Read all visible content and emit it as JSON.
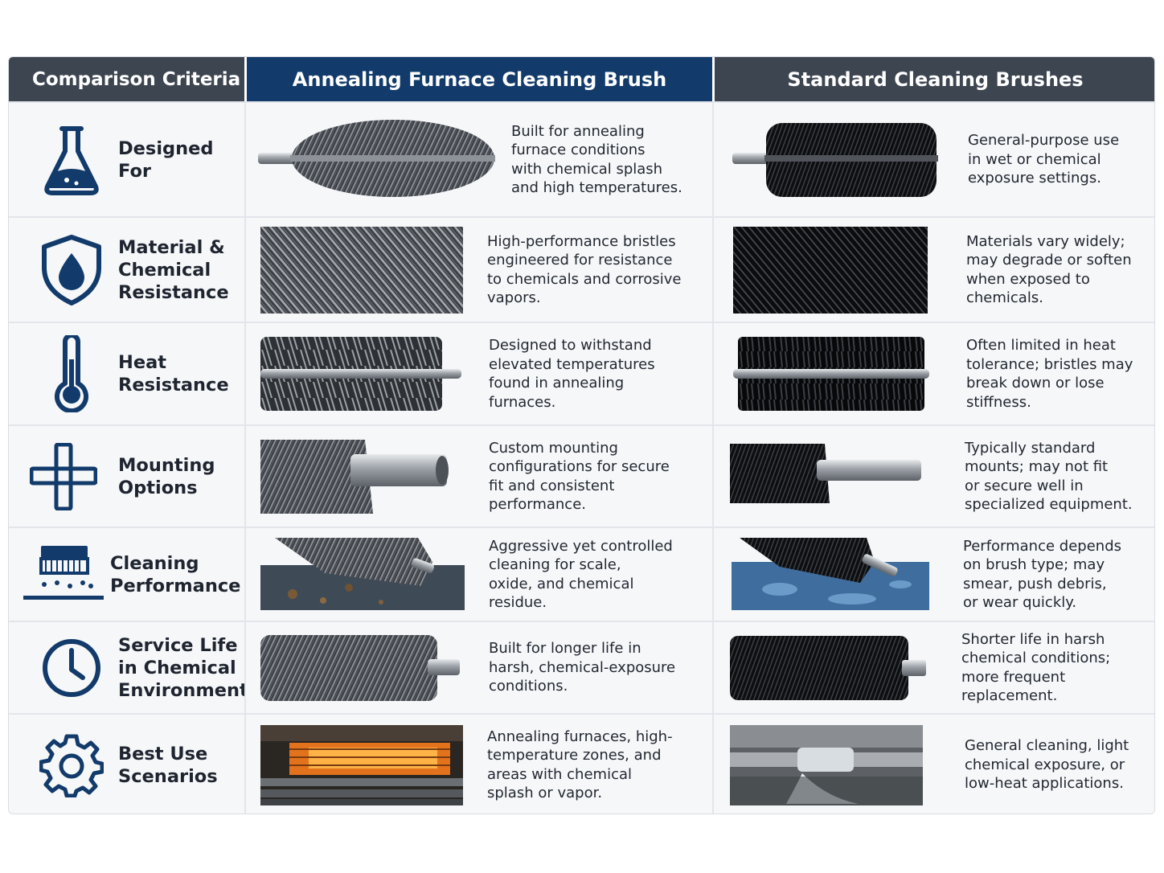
{
  "colors": {
    "navy": "#123b6b",
    "slate": "#3d4551",
    "icon_blue": "#123b6b"
  },
  "headers": {
    "criteria": "Comparison Criteria",
    "anneal": "Annealing Furnace Cleaning Brush",
    "standard": "Standard Cleaning Brushes"
  },
  "rows": [
    {
      "icon": "flask-icon",
      "criterion": "Designed\nFor",
      "anneal_image": "spiral-brush-gray",
      "anneal": "Built for annealing\nfurnace conditions\nwith chemical splash\nand high temperatures.",
      "standard_image": "spiral-brush-black",
      "standard": "General-purpose use\nin wet or chemical\nexposure settings."
    },
    {
      "icon": "shield-drop-icon",
      "criterion": "Material &\nChemical\nResistance",
      "anneal_image": "bristle-closeup-gray",
      "anneal": "High-performance bristles\nengineered for resistance\nto chemicals and corrosive\nvapors.",
      "standard_image": "bristle-closeup-black",
      "standard": "Materials vary widely;\nmay degrade or soften\nwhen exposed to\nchemicals."
    },
    {
      "icon": "thermometer-icon",
      "criterion": "Heat\nResistance",
      "anneal_image": "twisted-brush-gray",
      "anneal": "Designed to withstand\nelevated temperatures\nfound in annealing\nfurnaces.",
      "standard_image": "twisted-brush-black",
      "standard": "Often limited in heat\ntolerance; bristles may\nbreak down or lose\nstiffness."
    },
    {
      "icon": "mount-cross-icon",
      "criterion": "Mounting\nOptions",
      "anneal_image": "threaded-mount-gray",
      "anneal": "Custom mounting\nconfigurations for secure\nfit and consistent\nperformance.",
      "standard_image": "threaded-mount-black",
      "standard": "Typically standard\nmounts; may not fit\nor secure well in\nspecialized equipment."
    },
    {
      "icon": "cleaning-brush-icon",
      "criterion": "Cleaning\nPerformance",
      "anneal_image": "brush-on-scaled-plate",
      "anneal": "Aggressive yet controlled\ncleaning for scale,\noxide, and chemical\nresidue.",
      "standard_image": "brush-on-wet-plate",
      "standard": "Performance depends\non brush type; may\nsmear, push debris,\nor wear quickly."
    },
    {
      "icon": "clock-icon",
      "criterion": "Service Life\nin Chemical\nEnvironments",
      "anneal_image": "long-brush-gray",
      "anneal": "Built for longer life in\nharsh, chemical-exposure\nconditions.",
      "standard_image": "long-brush-black",
      "standard": "Shorter life in harsh\nchemical conditions;\nmore frequent\nreplacement."
    },
    {
      "icon": "gear-icon",
      "criterion": "Best Use\nScenarios",
      "anneal_image": "annealing-furnace-photo",
      "anneal": "Annealing furnaces, high-\ntemperature zones, and\nareas with chemical\nsplash or vapor.",
      "standard_image": "water-cleaning-photo",
      "standard": "General cleaning, light\nchemical exposure, or\nlow-heat applications."
    }
  ]
}
